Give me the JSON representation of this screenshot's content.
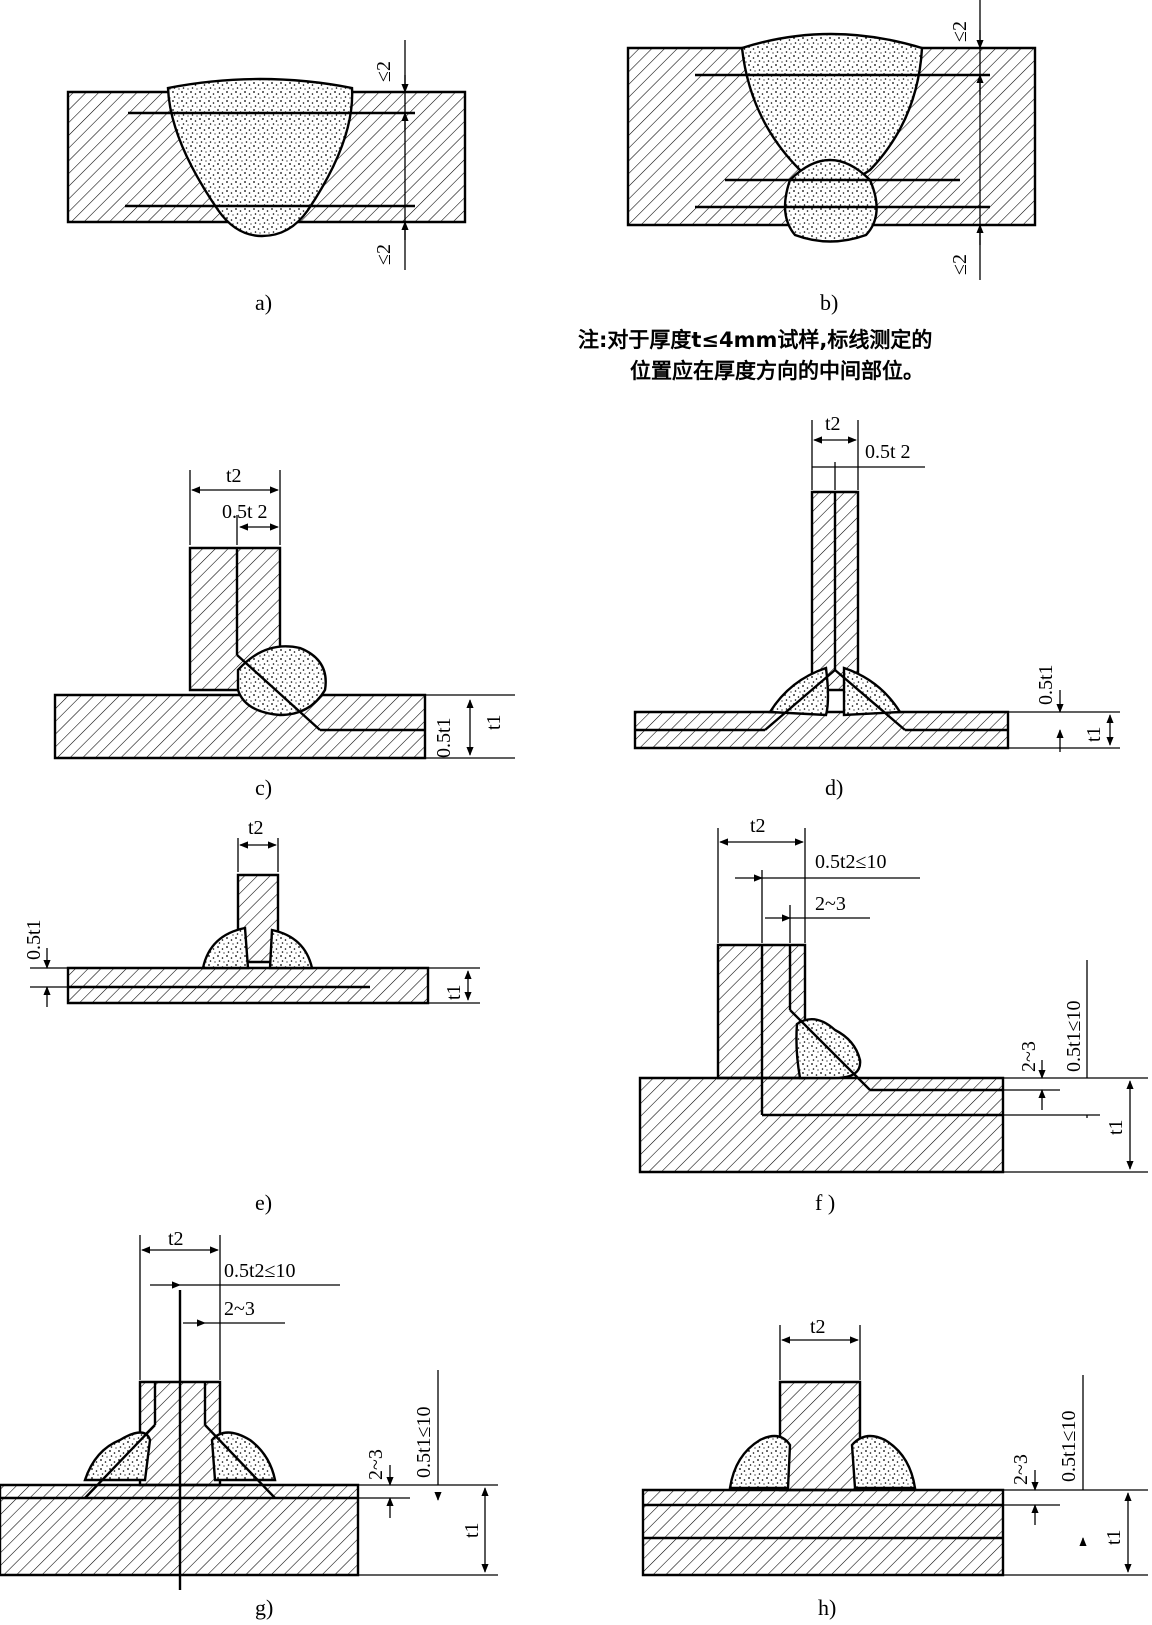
{
  "panels": {
    "a": {
      "caption": "a)",
      "top_limit": "≤2",
      "bottom_limit": "≤2"
    },
    "b": {
      "caption": "b)",
      "top_limit": "≤2",
      "bottom_limit": "≤2"
    },
    "c": {
      "caption": "c)",
      "t2": "t2",
      "half_t2": "0.5t 2",
      "half_t1": "0.5t1",
      "t1": "t1"
    },
    "d": {
      "caption": "d)",
      "t2": "t2",
      "half_t2": "0.5t 2",
      "half_t1": "0.5t1",
      "t1": "t1"
    },
    "e": {
      "caption": "e)",
      "t2": "t2",
      "half_t1": "0.5t1",
      "t1": "t1"
    },
    "f": {
      "caption": "f )",
      "t2": "t2",
      "half_t2_limit": "0.5t2≤10",
      "offset": "2~3",
      "offset_v": "2~3",
      "half_t1_limit": "0.5t1≤10",
      "t1": "t1"
    },
    "g": {
      "caption": "g)",
      "t2": "t2",
      "half_t2_limit": "0.5t2≤10",
      "offset": "2~3",
      "offset_v": "2~3",
      "half_t1_limit": "0.5t1≤10",
      "t1": "t1"
    },
    "h": {
      "caption": "h)",
      "t2": "t2",
      "offset_v": "2~3",
      "half_t1_limit": "0.5t1≤10",
      "t1": "t1"
    }
  },
  "note": {
    "line1": "注:对于厚度t≤4mm试样,标线测定的",
    "line2": "位置应在厚度方向的中间部位。"
  }
}
